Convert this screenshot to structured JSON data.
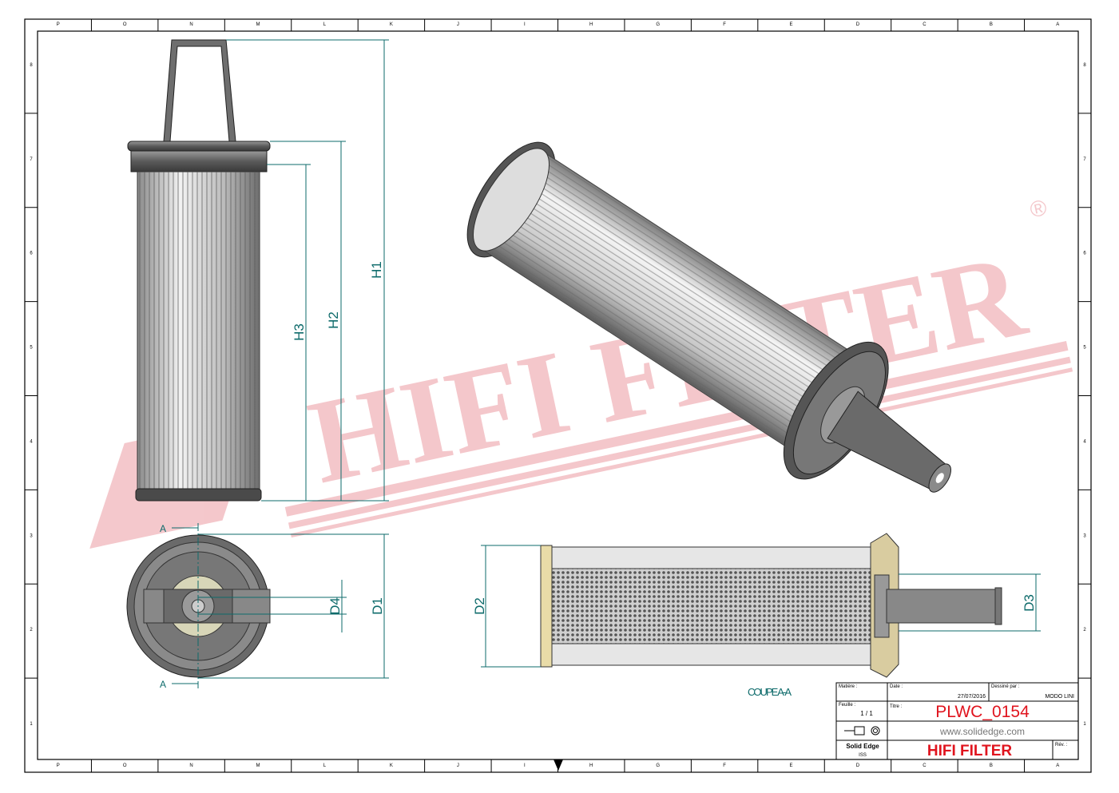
{
  "frame": {
    "columns": [
      "P",
      "O",
      "N",
      "M",
      "L",
      "K",
      "J",
      "I",
      "H",
      "G",
      "F",
      "E",
      "D",
      "C",
      "B",
      "A"
    ],
    "rows": [
      "8",
      "7",
      "6",
      "5",
      "4",
      "3",
      "2",
      "1"
    ]
  },
  "watermark": {
    "text": "HIFI FILTER",
    "registered": "®"
  },
  "dimensions": {
    "h1": "H1",
    "h2": "H2",
    "h3": "H3",
    "d1": "D1",
    "d2": "D2",
    "d3": "D3",
    "d4": "D4"
  },
  "section": {
    "marker": "A",
    "caption": "COUPE A-A"
  },
  "title_block": {
    "material_label": "Matière :",
    "date_label": "Date :",
    "date": "27/07/2016",
    "drawn_by_label": "Dessiné par :",
    "drawn_by": "MODO LINI",
    "sheet_label": "Feuille :",
    "sheet": "1 / 1",
    "title_label": "Titre :",
    "title": "PLWC_0154",
    "website": "www.solidedge.com",
    "software": "Solid Edge",
    "software_sub": "ISS",
    "company": "HIFI FILTER",
    "revision_label": "Rév. :"
  },
  "colors": {
    "dimension": "#0e6b6b",
    "title": "#e0141e",
    "watermark": "#f3c2c6"
  }
}
